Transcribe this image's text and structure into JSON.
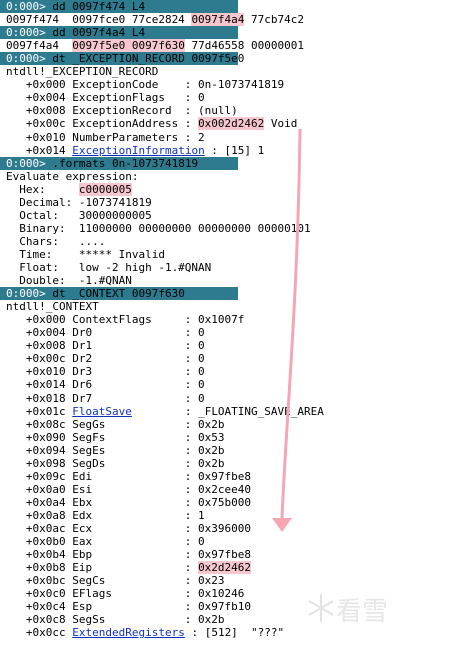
{
  "colors": {
    "header_bg": "#2e7b8f",
    "highlight": "#f7c7cf",
    "arrow": "#f4a6b2",
    "link": "#1030c0"
  },
  "lines": [
    {
      "type": "cmd",
      "prompt": "0:000>",
      "command": " dd 0097f474 L4"
    },
    {
      "type": "text",
      "segments": [
        {
          "t": "0097f474  0097fce0 77ce2824 "
        },
        {
          "t": "0097f4a4",
          "hl": true
        },
        {
          "t": " 77cb74c2"
        }
      ]
    },
    {
      "type": "cmd",
      "prompt": "0:000>",
      "command": " dd 0097f4a4 L4"
    },
    {
      "type": "text",
      "segments": [
        {
          "t": "0097f4a4  "
        },
        {
          "t": "0097f5e0 0097f630",
          "hl": true
        },
        {
          "t": " 77d46558 00000001"
        }
      ]
    },
    {
      "type": "cmd",
      "prompt": "0:000>",
      "command": " dt _EXCEPTION_RECORD 0097f5e0"
    },
    {
      "type": "text",
      "segments": [
        {
          "t": "ntdll!_EXCEPTION_RECORD"
        }
      ]
    },
    {
      "type": "text",
      "segments": [
        {
          "t": "   +0x000 ExceptionCode    : 0n-1073741819"
        }
      ]
    },
    {
      "type": "text",
      "segments": [
        {
          "t": "   +0x004 ExceptionFlags   : 0"
        }
      ]
    },
    {
      "type": "text",
      "segments": [
        {
          "t": "   +0x008 ExceptionRecord  : (null)"
        }
      ]
    },
    {
      "type": "text",
      "segments": [
        {
          "t": "   +0x00c ExceptionAddress : "
        },
        {
          "t": "0x002d2462",
          "hl": true
        },
        {
          "t": " Void"
        }
      ]
    },
    {
      "type": "text",
      "segments": [
        {
          "t": "   +0x010 NumberParameters : 2"
        }
      ]
    },
    {
      "type": "text",
      "segments": [
        {
          "t": "   +0x014 "
        },
        {
          "t": "ExceptionInformation",
          "link": true
        },
        {
          "t": " : [15] 1"
        }
      ]
    },
    {
      "type": "cmd",
      "prompt": "0:000>",
      "command": " .formats 0n-1073741819"
    },
    {
      "type": "text",
      "segments": [
        {
          "t": "Evaluate expression:"
        }
      ]
    },
    {
      "type": "text",
      "segments": [
        {
          "t": "  Hex:     "
        },
        {
          "t": "c0000005",
          "hl": true
        }
      ]
    },
    {
      "type": "text",
      "segments": [
        {
          "t": "  Decimal: -1073741819"
        }
      ]
    },
    {
      "type": "text",
      "segments": [
        {
          "t": "  Octal:   30000000005"
        }
      ]
    },
    {
      "type": "text",
      "segments": [
        {
          "t": "  Binary:  11000000 00000000 00000000 00000101"
        }
      ]
    },
    {
      "type": "text",
      "segments": [
        {
          "t": "  Chars:   ...."
        }
      ]
    },
    {
      "type": "text",
      "segments": [
        {
          "t": "  Time:    ***** Invalid"
        }
      ]
    },
    {
      "type": "text",
      "segments": [
        {
          "t": "  Float:   low -2 high -1.#QNAN"
        }
      ]
    },
    {
      "type": "text",
      "segments": [
        {
          "t": "  Double:  -1.#QNAN"
        }
      ]
    },
    {
      "type": "cmd",
      "prompt": "0:000>",
      "command": " dt _CONTEXT 0097f630"
    },
    {
      "type": "text",
      "segments": [
        {
          "t": "ntdll!_CONTEXT"
        }
      ]
    },
    {
      "type": "text",
      "segments": [
        {
          "t": "   +0x000 ContextFlags     : 0x1007f"
        }
      ]
    },
    {
      "type": "text",
      "segments": [
        {
          "t": "   +0x004 Dr0              : 0"
        }
      ]
    },
    {
      "type": "text",
      "segments": [
        {
          "t": "   +0x008 Dr1              : 0"
        }
      ]
    },
    {
      "type": "text",
      "segments": [
        {
          "t": "   +0x00c Dr2              : 0"
        }
      ]
    },
    {
      "type": "text",
      "segments": [
        {
          "t": "   +0x010 Dr3              : 0"
        }
      ]
    },
    {
      "type": "text",
      "segments": [
        {
          "t": "   +0x014 Dr6              : 0"
        }
      ]
    },
    {
      "type": "text",
      "segments": [
        {
          "t": "   +0x018 Dr7              : 0"
        }
      ]
    },
    {
      "type": "text",
      "segments": [
        {
          "t": "   +0x01c "
        },
        {
          "t": "FloatSave",
          "link": true
        },
        {
          "t": "        : _FLOATING_SAVE_AREA"
        }
      ]
    },
    {
      "type": "text",
      "segments": [
        {
          "t": "   +0x08c SegGs            : 0x2b"
        }
      ]
    },
    {
      "type": "text",
      "segments": [
        {
          "t": "   +0x090 SegFs            : 0x53"
        }
      ]
    },
    {
      "type": "text",
      "segments": [
        {
          "t": "   +0x094 SegEs            : 0x2b"
        }
      ]
    },
    {
      "type": "text",
      "segments": [
        {
          "t": "   +0x098 SegDs            : 0x2b"
        }
      ]
    },
    {
      "type": "text",
      "segments": [
        {
          "t": "   +0x09c Edi              : 0x97fbe8"
        }
      ]
    },
    {
      "type": "text",
      "segments": [
        {
          "t": "   +0x0a0 Esi              : 0x2cee40"
        }
      ]
    },
    {
      "type": "text",
      "segments": [
        {
          "t": "   +0x0a4 Ebx              : 0x75b000"
        }
      ]
    },
    {
      "type": "text",
      "segments": [
        {
          "t": "   +0x0a8 Edx              : 1"
        }
      ]
    },
    {
      "type": "text",
      "segments": [
        {
          "t": "   +0x0ac Ecx              : 0x396000"
        }
      ]
    },
    {
      "type": "text",
      "segments": [
        {
          "t": "   +0x0b0 Eax              : 0"
        }
      ]
    },
    {
      "type": "text",
      "segments": [
        {
          "t": "   +0x0b4 Ebp              : 0x97fbe8"
        }
      ]
    },
    {
      "type": "text",
      "segments": [
        {
          "t": "   +0x0b8 Eip              : "
        },
        {
          "t": "0x2d2462",
          "hl": true
        }
      ]
    },
    {
      "type": "text",
      "segments": [
        {
          "t": "   +0x0bc SegCs            : 0x23"
        }
      ]
    },
    {
      "type": "text",
      "segments": [
        {
          "t": "   +0x0c0 EFlags           : 0x10246"
        }
      ]
    },
    {
      "type": "text",
      "segments": [
        {
          "t": "   +0x0c4 Esp              : 0x97fb10"
        }
      ]
    },
    {
      "type": "text",
      "segments": [
        {
          "t": "   +0x0c8 SegSs            : 0x2b"
        }
      ]
    },
    {
      "type": "text",
      "segments": [
        {
          "t": "   +0x0cc "
        },
        {
          "t": "ExtendedRegisters",
          "link": true
        },
        {
          "t": " : [512]  \"???\""
        }
      ]
    }
  ],
  "watermark": {
    "text": "看雪",
    "icon": "snowflake-icon"
  }
}
